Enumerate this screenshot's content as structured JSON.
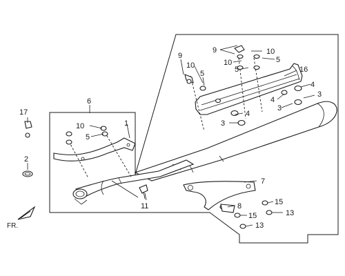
{
  "diagram": {
    "callouts": {
      "c9a": "9",
      "c10a": "10",
      "c5a": "5",
      "c10b": "10",
      "c5b": "5",
      "c9b": "9",
      "c10c": "10",
      "c5c": "5",
      "c16": "16",
      "c4a": "4",
      "c3a": "3",
      "c4b": "4",
      "c3b": "3",
      "c4c": "4",
      "c3c": "3",
      "c6": "6",
      "c10d": "10",
      "c1": "1",
      "c5d": "5",
      "c17": "17",
      "c2": "2",
      "c7": "7",
      "c11": "11",
      "c8": "8",
      "c15a": "15",
      "c15b": "15",
      "c13a": "13",
      "c13b": "13"
    },
    "direction_label": "FR."
  }
}
